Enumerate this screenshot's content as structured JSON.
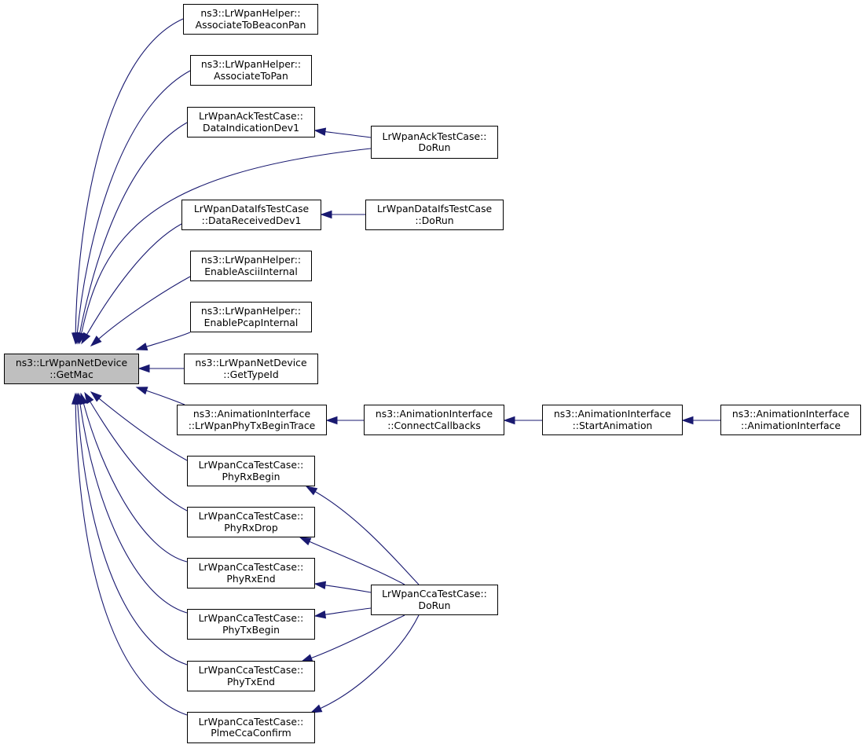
{
  "graph": {
    "edge_color": "#191970",
    "focus_fill": "#bfbfbf",
    "nodes": {
      "getmac": [
        "ns3::LrWpanNetDevice",
        "::GetMac"
      ],
      "assoc_beacon": [
        "ns3::LrWpanHelper::",
        "AssociateToBeaconPan"
      ],
      "assoc_pan": [
        "ns3::LrWpanHelper::",
        "AssociateToPan"
      ],
      "data_ind": [
        "LrWpanAckTestCase::",
        "DataIndicationDev1"
      ],
      "ack_dorun": [
        "LrWpanAckTestCase::",
        "DoRun"
      ],
      "data_recv": [
        "LrWpanDataIfsTestCase",
        "::DataReceivedDev1"
      ],
      "ifs_dorun": [
        "LrWpanDataIfsTestCase",
        "::DoRun"
      ],
      "ascii": [
        "ns3::LrWpanHelper::",
        "EnableAsciiInternal"
      ],
      "pcap": [
        "ns3::LrWpanHelper::",
        "EnablePcapInternal"
      ],
      "typeid": [
        "ns3::LrWpanNetDevice",
        "::GetTypeId"
      ],
      "phytx_trace": [
        "ns3::AnimationInterface",
        "::LrWpanPhyTxBeginTrace"
      ],
      "connect_cb": [
        "ns3::AnimationInterface",
        "::ConnectCallbacks"
      ],
      "start_anim": [
        "ns3::AnimationInterface",
        "::StartAnimation"
      ],
      "anim_ctor": [
        "ns3::AnimationInterface",
        "::AnimationInterface"
      ],
      "rx_begin": [
        "LrWpanCcaTestCase::",
        "PhyRxBegin"
      ],
      "rx_drop": [
        "LrWpanCcaTestCase::",
        "PhyRxDrop"
      ],
      "rx_end": [
        "LrWpanCcaTestCase::",
        "PhyRxEnd"
      ],
      "tx_begin": [
        "LrWpanCcaTestCase::",
        "PhyTxBegin"
      ],
      "tx_end": [
        "LrWpanCcaTestCase::",
        "PhyTxEnd"
      ],
      "plme_cca": [
        "LrWpanCcaTestCase::",
        "PlmeCcaConfirm"
      ],
      "cca_dorun": [
        "LrWpanCcaTestCase::",
        "DoRun"
      ]
    },
    "edges": [
      [
        "getmac",
        "assoc_beacon"
      ],
      [
        "getmac",
        "assoc_pan"
      ],
      [
        "getmac",
        "data_ind"
      ],
      [
        "getmac",
        "ack_dorun"
      ],
      [
        "getmac",
        "data_recv"
      ],
      [
        "getmac",
        "ascii"
      ],
      [
        "getmac",
        "pcap"
      ],
      [
        "getmac",
        "typeid"
      ],
      [
        "getmac",
        "phytx_trace"
      ],
      [
        "getmac",
        "rx_begin"
      ],
      [
        "getmac",
        "rx_drop"
      ],
      [
        "getmac",
        "rx_end"
      ],
      [
        "getmac",
        "tx_begin"
      ],
      [
        "getmac",
        "tx_end"
      ],
      [
        "getmac",
        "plme_cca"
      ],
      [
        "data_ind",
        "ack_dorun"
      ],
      [
        "data_recv",
        "ifs_dorun"
      ],
      [
        "phytx_trace",
        "connect_cb"
      ],
      [
        "connect_cb",
        "start_anim"
      ],
      [
        "start_anim",
        "anim_ctor"
      ],
      [
        "rx_begin",
        "cca_dorun"
      ],
      [
        "rx_drop",
        "cca_dorun"
      ],
      [
        "rx_end",
        "cca_dorun"
      ],
      [
        "tx_begin",
        "cca_dorun"
      ],
      [
        "tx_end",
        "cca_dorun"
      ],
      [
        "plme_cca",
        "cca_dorun"
      ]
    ]
  }
}
